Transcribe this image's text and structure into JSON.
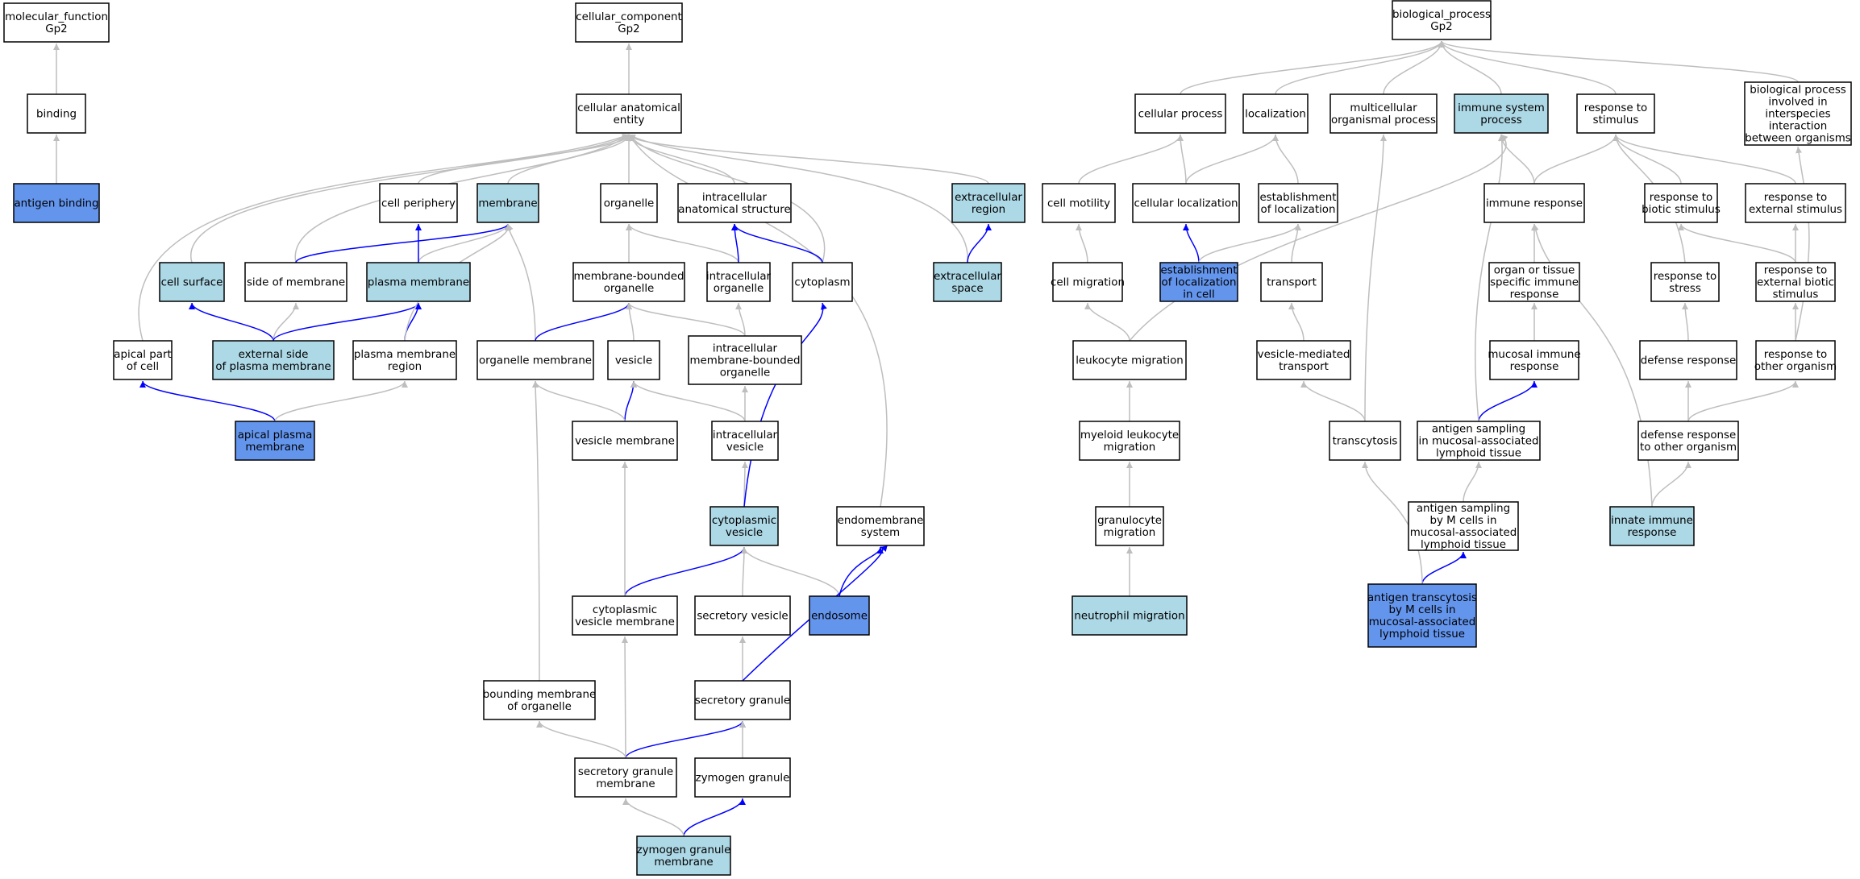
{
  "colors": {
    "plain": "#ffffff",
    "light": "#add8e6",
    "strong": "#6495ed",
    "gray_edge": "#bebebe",
    "blue_edge": "#0000ff"
  },
  "nodes": {
    "mf": {
      "lines": [
        "molecular_function",
        "Gp2"
      ],
      "fill": "plain"
    },
    "binding": {
      "lines": [
        "binding"
      ],
      "fill": "plain"
    },
    "antigen_binding": {
      "lines": [
        "antigen binding"
      ],
      "fill": "strong"
    },
    "cc": {
      "lines": [
        "cellular_component",
        "Gp2"
      ],
      "fill": "plain"
    },
    "cae": {
      "lines": [
        "cellular anatomical",
        "entity"
      ],
      "fill": "plain"
    },
    "cell_periphery": {
      "lines": [
        "cell periphery"
      ],
      "fill": "plain"
    },
    "membrane": {
      "lines": [
        "membrane"
      ],
      "fill": "light"
    },
    "organelle": {
      "lines": [
        "organelle"
      ],
      "fill": "plain"
    },
    "ias": {
      "lines": [
        "intracellular",
        "anatomical structure"
      ],
      "fill": "plain"
    },
    "ecr": {
      "lines": [
        "extracellular",
        "region"
      ],
      "fill": "light"
    },
    "cell_surface": {
      "lines": [
        "cell surface"
      ],
      "fill": "light"
    },
    "side_membrane": {
      "lines": [
        "side of membrane"
      ],
      "fill": "plain"
    },
    "plasma_membrane": {
      "lines": [
        "plasma membrane"
      ],
      "fill": "light"
    },
    "mbo": {
      "lines": [
        "membrane-bounded",
        "organelle"
      ],
      "fill": "plain"
    },
    "intra_org": {
      "lines": [
        "intracellular",
        "organelle"
      ],
      "fill": "plain"
    },
    "cytoplasm": {
      "lines": [
        "cytoplasm"
      ],
      "fill": "plain"
    },
    "ecs": {
      "lines": [
        "extracellular",
        "space"
      ],
      "fill": "light"
    },
    "apical_part": {
      "lines": [
        "apical part",
        "of cell"
      ],
      "fill": "plain"
    },
    "ext_side": {
      "lines": [
        "external side",
        "of plasma membrane"
      ],
      "fill": "light"
    },
    "pm_region": {
      "lines": [
        "plasma membrane",
        "region"
      ],
      "fill": "plain"
    },
    "org_membrane": {
      "lines": [
        "organelle membrane"
      ],
      "fill": "plain"
    },
    "vesicle": {
      "lines": [
        "vesicle"
      ],
      "fill": "plain"
    },
    "imbo": {
      "lines": [
        "intracellular",
        "membrane-bounded",
        "organelle"
      ],
      "fill": "plain"
    },
    "apm": {
      "lines": [
        "apical plasma",
        "membrane"
      ],
      "fill": "strong"
    },
    "ves_membrane": {
      "lines": [
        "vesicle membrane"
      ],
      "fill": "plain"
    },
    "intra_ves": {
      "lines": [
        "intracellular",
        "vesicle"
      ],
      "fill": "plain"
    },
    "cyto_ves": {
      "lines": [
        "cytoplasmic",
        "vesicle"
      ],
      "fill": "light"
    },
    "endomembrane": {
      "lines": [
        "endomembrane",
        "system"
      ],
      "fill": "plain"
    },
    "cvm": {
      "lines": [
        "cytoplasmic",
        "vesicle membrane"
      ],
      "fill": "plain"
    },
    "sec_ves": {
      "lines": [
        "secretory vesicle"
      ],
      "fill": "plain"
    },
    "endosome": {
      "lines": [
        "endosome"
      ],
      "fill": "strong"
    },
    "bmo": {
      "lines": [
        "bounding membrane",
        "of organelle"
      ],
      "fill": "plain"
    },
    "sec_gran": {
      "lines": [
        "secretory granule"
      ],
      "fill": "plain"
    },
    "sgm": {
      "lines": [
        "secretory granule",
        "membrane"
      ],
      "fill": "plain"
    },
    "zymogen": {
      "lines": [
        "zymogen granule"
      ],
      "fill": "plain"
    },
    "zgm": {
      "lines": [
        "zymogen granule",
        "membrane"
      ],
      "fill": "light"
    },
    "bp": {
      "lines": [
        "biological_process",
        "Gp2"
      ],
      "fill": "plain"
    },
    "cell_process": {
      "lines": [
        "cellular process"
      ],
      "fill": "plain"
    },
    "localization": {
      "lines": [
        "localization"
      ],
      "fill": "plain"
    },
    "mop": {
      "lines": [
        "multicellular",
        "organismal process"
      ],
      "fill": "plain"
    },
    "isp": {
      "lines": [
        "immune system",
        "process"
      ],
      "fill": "light"
    },
    "rts": {
      "lines": [
        "response to",
        "stimulus"
      ],
      "fill": "plain"
    },
    "bpii": {
      "lines": [
        "biological process",
        "involved in",
        "interspecies",
        "interaction",
        "between organisms"
      ],
      "fill": "plain"
    },
    "cell_motility": {
      "lines": [
        "cell motility"
      ],
      "fill": "plain"
    },
    "cell_loc": {
      "lines": [
        "cellular localization"
      ],
      "fill": "plain"
    },
    "est_loc": {
      "lines": [
        "establishment",
        "of localization"
      ],
      "fill": "plain"
    },
    "immune_resp": {
      "lines": [
        "immune response"
      ],
      "fill": "plain"
    },
    "rbs": {
      "lines": [
        "response to",
        "biotic stimulus"
      ],
      "fill": "plain"
    },
    "res": {
      "lines": [
        "response to",
        "external stimulus"
      ],
      "fill": "plain"
    },
    "cell_migration": {
      "lines": [
        "cell migration"
      ],
      "fill": "plain"
    },
    "elc": {
      "lines": [
        "establishment",
        "of localization",
        "in cell"
      ],
      "fill": "strong"
    },
    "transport": {
      "lines": [
        "transport"
      ],
      "fill": "plain"
    },
    "ootsir": {
      "lines": [
        "organ or tissue",
        "specific immune",
        "response"
      ],
      "fill": "plain"
    },
    "rtstress": {
      "lines": [
        "response to",
        "stress"
      ],
      "fill": "plain"
    },
    "rebs": {
      "lines": [
        "response to",
        "external biotic",
        "stimulus"
      ],
      "fill": "plain"
    },
    "leuk_mig": {
      "lines": [
        "leukocyte migration"
      ],
      "fill": "plain"
    },
    "vmt": {
      "lines": [
        "vesicle-mediated",
        "transport"
      ],
      "fill": "plain"
    },
    "mir": {
      "lines": [
        "mucosal immune",
        "response"
      ],
      "fill": "plain"
    },
    "defense": {
      "lines": [
        "defense response"
      ],
      "fill": "plain"
    },
    "rto": {
      "lines": [
        "response to",
        "other organism"
      ],
      "fill": "plain"
    },
    "mlm": {
      "lines": [
        "myeloid leukocyte",
        "migration"
      ],
      "fill": "plain"
    },
    "transcytosis": {
      "lines": [
        "transcytosis"
      ],
      "fill": "plain"
    },
    "asmalt": {
      "lines": [
        "antigen sampling",
        "in mucosal-associated",
        "lymphoid tissue"
      ],
      "fill": "plain"
    },
    "droo": {
      "lines": [
        "defense response",
        "to other organism"
      ],
      "fill": "plain"
    },
    "gran_mig": {
      "lines": [
        "granulocyte",
        "migration"
      ],
      "fill": "plain"
    },
    "asm": {
      "lines": [
        "antigen sampling",
        "by M cells in",
        "mucosal-associated",
        "lymphoid tissue"
      ],
      "fill": "plain"
    },
    "innate": {
      "lines": [
        "innate immune",
        "response"
      ],
      "fill": "light"
    },
    "neut_mig": {
      "lines": [
        "neutrophil migration"
      ],
      "fill": "light"
    },
    "atm": {
      "lines": [
        "antigen transcytosis",
        "by M cells in",
        "mucosal-associated",
        "lymphoid tissue"
      ],
      "fill": "strong"
    }
  },
  "edges": [
    {
      "from": "binding",
      "to": "mf",
      "kind": "gray"
    },
    {
      "from": "antigen_binding",
      "to": "binding",
      "kind": "gray"
    },
    {
      "from": "cae",
      "to": "cc",
      "kind": "gray"
    },
    {
      "from": "cell_periphery",
      "to": "cae",
      "kind": "gray"
    },
    {
      "from": "membrane",
      "to": "cae",
      "kind": "gray"
    },
    {
      "from": "organelle",
      "to": "cae",
      "kind": "gray"
    },
    {
      "from": "ias",
      "to": "cae",
      "kind": "gray"
    },
    {
      "from": "ecr",
      "to": "cae",
      "kind": "gray"
    },
    {
      "from": "cell_surface",
      "to": "cae",
      "kind": "gray"
    },
    {
      "from": "side_membrane",
      "to": "cae",
      "kind": "gray"
    },
    {
      "from": "apical_part",
      "to": "cae",
      "kind": "gray"
    },
    {
      "from": "cytoplasm",
      "to": "cae",
      "kind": "gray"
    },
    {
      "from": "ecs",
      "to": "cae",
      "kind": "gray"
    },
    {
      "from": "endomembrane",
      "to": "cae",
      "kind": "gray"
    },
    {
      "from": "plasma_membrane",
      "to": "membrane",
      "kind": "gray"
    },
    {
      "from": "plasma_membrane",
      "to": "cell_periphery",
      "kind": "blue"
    },
    {
      "from": "side_membrane",
      "to": "membrane",
      "kind": "blue"
    },
    {
      "from": "mbo",
      "to": "organelle",
      "kind": "gray"
    },
    {
      "from": "intra_org",
      "to": "organelle",
      "kind": "gray"
    },
    {
      "from": "intra_org",
      "to": "ias",
      "kind": "blue"
    },
    {
      "from": "cytoplasm",
      "to": "ias",
      "kind": "blue"
    },
    {
      "from": "ecs",
      "to": "ecr",
      "kind": "blue"
    },
    {
      "from": "ext_side",
      "to": "cell_surface",
      "kind": "blue"
    },
    {
      "from": "ext_side",
      "to": "side_membrane",
      "kind": "gray"
    },
    {
      "from": "ext_side",
      "to": "plasma_membrane",
      "kind": "blue"
    },
    {
      "from": "pm_region",
      "to": "plasma_membrane",
      "kind": "blue"
    },
    {
      "from": "pm_region",
      "to": "membrane",
      "kind": "gray"
    },
    {
      "from": "org_membrane",
      "to": "membrane",
      "kind": "gray"
    },
    {
      "from": "org_membrane",
      "to": "mbo",
      "kind": "blue"
    },
    {
      "from": "vesicle",
      "to": "mbo",
      "kind": "gray"
    },
    {
      "from": "imbo",
      "to": "mbo",
      "kind": "gray"
    },
    {
      "from": "imbo",
      "to": "intra_org",
      "kind": "gray"
    },
    {
      "from": "apm",
      "to": "apical_part",
      "kind": "blue"
    },
    {
      "from": "apm",
      "to": "pm_region",
      "kind": "gray"
    },
    {
      "from": "ves_membrane",
      "to": "vesicle",
      "kind": "blue"
    },
    {
      "from": "ves_membrane",
      "to": "org_membrane",
      "kind": "gray"
    },
    {
      "from": "intra_ves",
      "to": "vesicle",
      "kind": "gray"
    },
    {
      "from": "intra_ves",
      "to": "imbo",
      "kind": "gray"
    },
    {
      "from": "cyto_ves",
      "to": "intra_ves",
      "kind": "gray"
    },
    {
      "from": "cyto_ves",
      "to": "cytoplasm",
      "kind": "blue"
    },
    {
      "from": "cvm",
      "to": "cyto_ves",
      "kind": "blue"
    },
    {
      "from": "cvm",
      "to": "ves_membrane",
      "kind": "gray"
    },
    {
      "from": "sec_ves",
      "to": "cyto_ves",
      "kind": "gray"
    },
    {
      "from": "endosome",
      "to": "cyto_ves",
      "kind": "gray"
    },
    {
      "from": "endosome",
      "to": "endomembrane",
      "kind": "blue"
    },
    {
      "from": "bmo",
      "to": "org_membrane",
      "kind": "gray"
    },
    {
      "from": "sec_gran",
      "to": "sec_ves",
      "kind": "gray"
    },
    {
      "from": "sec_gran",
      "to": "endomembrane",
      "kind": "blue"
    },
    {
      "from": "sgm",
      "to": "sec_gran",
      "kind": "blue"
    },
    {
      "from": "sgm",
      "to": "cvm",
      "kind": "gray"
    },
    {
      "from": "sgm",
      "to": "bmo",
      "kind": "gray"
    },
    {
      "from": "zymogen",
      "to": "sec_gran",
      "kind": "gray"
    },
    {
      "from": "zgm",
      "to": "zymogen",
      "kind": "blue"
    },
    {
      "from": "zgm",
      "to": "sgm",
      "kind": "gray"
    },
    {
      "from": "cell_process",
      "to": "bp",
      "kind": "gray"
    },
    {
      "from": "localization",
      "to": "bp",
      "kind": "gray"
    },
    {
      "from": "mop",
      "to": "bp",
      "kind": "gray"
    },
    {
      "from": "isp",
      "to": "bp",
      "kind": "gray"
    },
    {
      "from": "rts",
      "to": "bp",
      "kind": "gray"
    },
    {
      "from": "bpii",
      "to": "bp",
      "kind": "gray"
    },
    {
      "from": "cell_motility",
      "to": "cell_process",
      "kind": "gray"
    },
    {
      "from": "cell_loc",
      "to": "cell_process",
      "kind": "gray"
    },
    {
      "from": "cell_loc",
      "to": "localization",
      "kind": "gray"
    },
    {
      "from": "est_loc",
      "to": "localization",
      "kind": "gray"
    },
    {
      "from": "immune_resp",
      "to": "isp",
      "kind": "gray"
    },
    {
      "from": "immune_resp",
      "to": "rts",
      "kind": "gray"
    },
    {
      "from": "rbs",
      "to": "rts",
      "kind": "gray"
    },
    {
      "from": "res",
      "to": "rts",
      "kind": "gray"
    },
    {
      "from": "cell_migration",
      "to": "cell_motility",
      "kind": "gray"
    },
    {
      "from": "elc",
      "to": "cell_loc",
      "kind": "blue"
    },
    {
      "from": "elc",
      "to": "est_loc",
      "kind": "gray"
    },
    {
      "from": "transport",
      "to": "est_loc",
      "kind": "gray"
    },
    {
      "from": "ootsir",
      "to": "immune_resp",
      "kind": "gray"
    },
    {
      "from": "rtstress",
      "to": "rts",
      "kind": "gray"
    },
    {
      "from": "rebs",
      "to": "rbs",
      "kind": "gray"
    },
    {
      "from": "rebs",
      "to": "res",
      "kind": "gray"
    },
    {
      "from": "leuk_mig",
      "to": "cell_migration",
      "kind": "gray"
    },
    {
      "from": "leuk_mig",
      "to": "isp",
      "kind": "gray"
    },
    {
      "from": "vmt",
      "to": "transport",
      "kind": "gray"
    },
    {
      "from": "mir",
      "to": "ootsir",
      "kind": "gray"
    },
    {
      "from": "defense",
      "to": "rtstress",
      "kind": "gray"
    },
    {
      "from": "rto",
      "to": "rebs",
      "kind": "gray"
    },
    {
      "from": "rto",
      "to": "bpii",
      "kind": "gray"
    },
    {
      "from": "mlm",
      "to": "leuk_mig",
      "kind": "gray"
    },
    {
      "from": "transcytosis",
      "to": "vmt",
      "kind": "gray"
    },
    {
      "from": "transcytosis",
      "to": "mop",
      "kind": "gray"
    },
    {
      "from": "asmalt",
      "to": "mir",
      "kind": "blue"
    },
    {
      "from": "asmalt",
      "to": "isp",
      "kind": "gray"
    },
    {
      "from": "droo",
      "to": "defense",
      "kind": "gray"
    },
    {
      "from": "droo",
      "to": "rto",
      "kind": "gray"
    },
    {
      "from": "gran_mig",
      "to": "mlm",
      "kind": "gray"
    },
    {
      "from": "asm",
      "to": "asmalt",
      "kind": "gray"
    },
    {
      "from": "innate",
      "to": "droo",
      "kind": "gray"
    },
    {
      "from": "innate",
      "to": "immune_resp",
      "kind": "gray"
    },
    {
      "from": "neut_mig",
      "to": "gran_mig",
      "kind": "gray"
    },
    {
      "from": "atm",
      "to": "asm",
      "kind": "blue"
    },
    {
      "from": "atm",
      "to": "transcytosis",
      "kind": "gray"
    }
  ]
}
